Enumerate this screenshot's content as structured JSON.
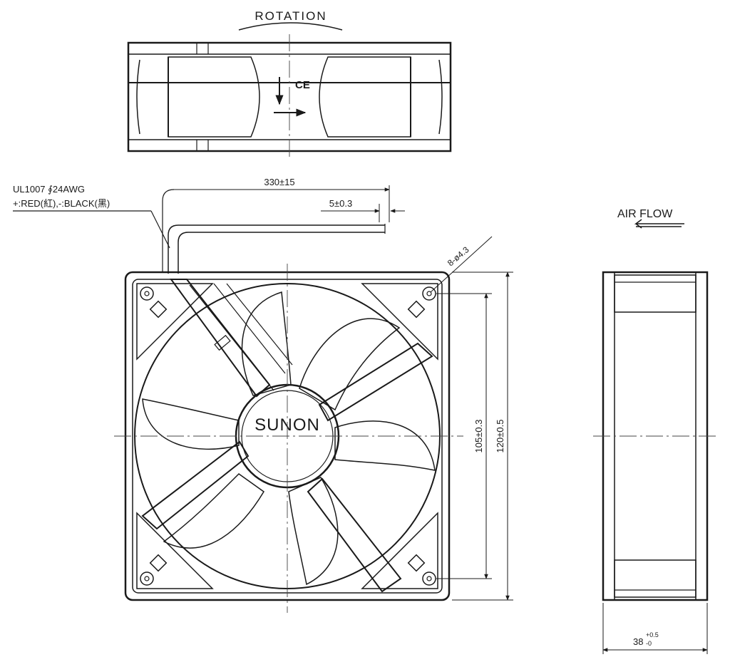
{
  "labels": {
    "rotation": "ROTATION",
    "ce_mark": "CE",
    "wire_spec_line1": "UL1007  ∮24AWG",
    "wire_spec_line2": "+:RED(紅),-:BLACK(黑)",
    "air_flow": "AIR FLOW",
    "brand": "SUNON"
  },
  "dimensions": {
    "lead_length": "330±15",
    "strip_length": "5±0.3",
    "mounting_holes": "8-ø4.3",
    "hole_spacing": "105±0.3",
    "frame_size": "120±0.5",
    "thickness_main": "38",
    "thickness_tol_upper": "+0.5",
    "thickness_tol_lower": "-0"
  },
  "colors": {
    "line": "#1a1a1a",
    "background": "#ffffff"
  }
}
